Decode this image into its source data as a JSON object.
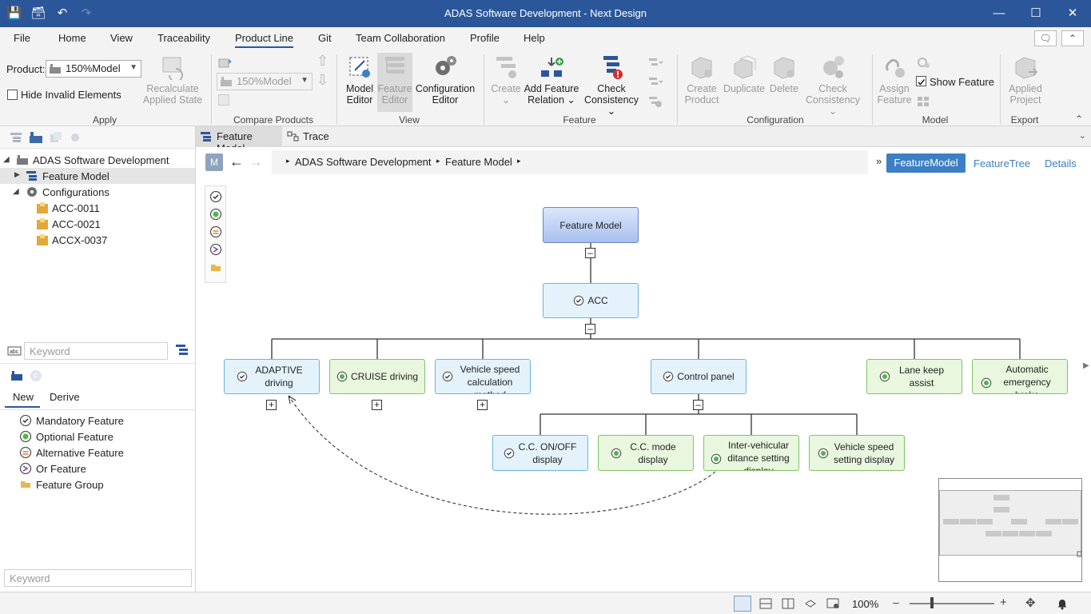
{
  "window": {
    "title": "ADAS Software Development - Next Design"
  },
  "menu": {
    "tabs": [
      "File",
      "Home",
      "View",
      "Traceability",
      "Product Line",
      "Git",
      "Team Collaboration",
      "Profile",
      "Help"
    ],
    "active": "Product Line"
  },
  "ribbon": {
    "product_label": "Product:",
    "product_value": "150%Model",
    "hide_invalid": "Hide Invalid Elements",
    "recalculate": [
      "Recalculate",
      "Applied State"
    ],
    "compare_value": "150%Model",
    "groups": {
      "apply": "Apply",
      "compare": "Compare Products",
      "view": "View",
      "feature": "Feature",
      "configuration": "Configuration",
      "model": "Model",
      "export": "Export"
    },
    "buttons": {
      "model_editor": [
        "Model",
        "Editor"
      ],
      "feature_editor": [
        "Feature",
        "Editor"
      ],
      "configuration_editor": [
        "Configuration",
        "Editor"
      ],
      "create": [
        "Create",
        "⌄"
      ],
      "add_feature_relation": [
        "Add Feature",
        "Relation ⌄"
      ],
      "check_consistency": [
        "Check",
        "Consistency ⌄"
      ],
      "create_product": [
        "Create",
        "Product"
      ],
      "duplicate": "Duplicate",
      "delete": "Delete",
      "check_consistency2": [
        "Check",
        "Consistency ⌄"
      ],
      "assign_feature": [
        "Assign",
        "Feature"
      ],
      "show_feature": "Show Feature",
      "applied_project": [
        "Applied",
        "Project"
      ]
    }
  },
  "tree": {
    "root": "ADAS Software Development",
    "feature_model": "Feature Model",
    "configurations": "Configurations",
    "configs": [
      "ACC-0011",
      "ACC-0021",
      "ACCX-0037"
    ]
  },
  "palette": {
    "keyword_placeholder": "Keyword",
    "tabs": [
      "New",
      "Derive"
    ],
    "items": [
      "Mandatory Feature",
      "Optional Feature",
      "Alternative Feature",
      "Or Feature",
      "Feature Group"
    ],
    "bottom_keyword": "Keyword"
  },
  "doctabs": [
    "Feature Model",
    "Trace"
  ],
  "breadcrumb": {
    "badge": "M",
    "items": [
      "ADAS Software Development",
      "Feature Model"
    ],
    "views": [
      "FeatureModel",
      "FeatureTree",
      "Details"
    ]
  },
  "diagram": {
    "root": "Feature Model",
    "acc": "ACC",
    "level2": [
      {
        "label": "ADAPTIVE driving",
        "kind": "mandatory"
      },
      {
        "label": "CRUISE driving",
        "kind": "optional"
      },
      {
        "label": "Vehicle speed calculation method",
        "kind": "mandatory"
      },
      {
        "label": "Control panel",
        "kind": "mandatory"
      },
      {
        "label": "Lane keep assist",
        "kind": "optional"
      },
      {
        "label": "Automatic emergency brake",
        "kind": "optional"
      }
    ],
    "level3": [
      {
        "label": "C.C. ON/OFF display",
        "kind": "mandatory"
      },
      {
        "label": "C.C. mode display",
        "kind": "optional"
      },
      {
        "label": "Inter-vehicular ditance setting display",
        "kind": "optional"
      },
      {
        "label": "Vehicle speed setting display",
        "kind": "optional"
      }
    ]
  },
  "statusbar": {
    "zoom": "100%"
  },
  "colors": {
    "titlebar": "#2b579a",
    "accent": "#3d7fc4",
    "mandatory_fill": "#e4f3fb",
    "optional_fill": "#e8f7de"
  }
}
